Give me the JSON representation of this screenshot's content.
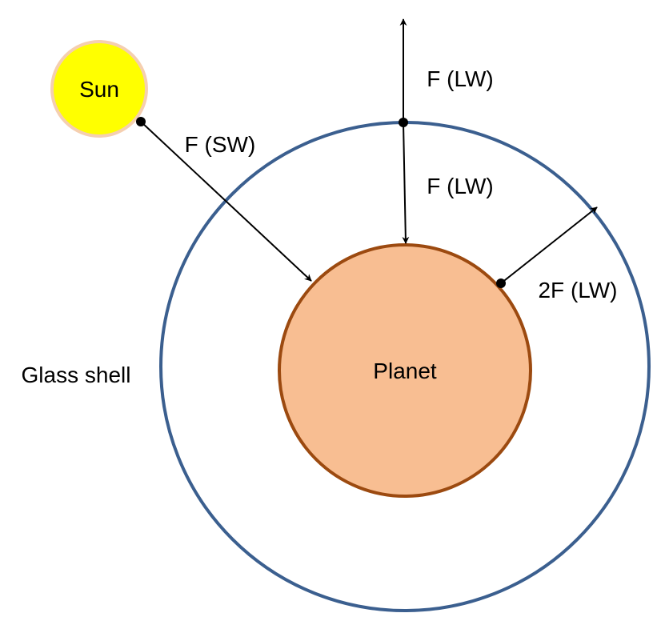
{
  "labels": {
    "sun": "Sun",
    "planet": "Planet",
    "glass_shell": "Glass shell",
    "sw_flux": "F (SW)",
    "lw_out": "F (LW)",
    "lw_down": "F (LW)",
    "lw_up_planet": "2F (LW)"
  },
  "colors": {
    "sun_fill": "#ffff00",
    "sun_stroke": "#f5cfb0",
    "planet_fill": "#f8be92",
    "planet_stroke": "#9c4a10",
    "shell_stroke": "#3b5f8f",
    "arrow": "#000000"
  }
}
